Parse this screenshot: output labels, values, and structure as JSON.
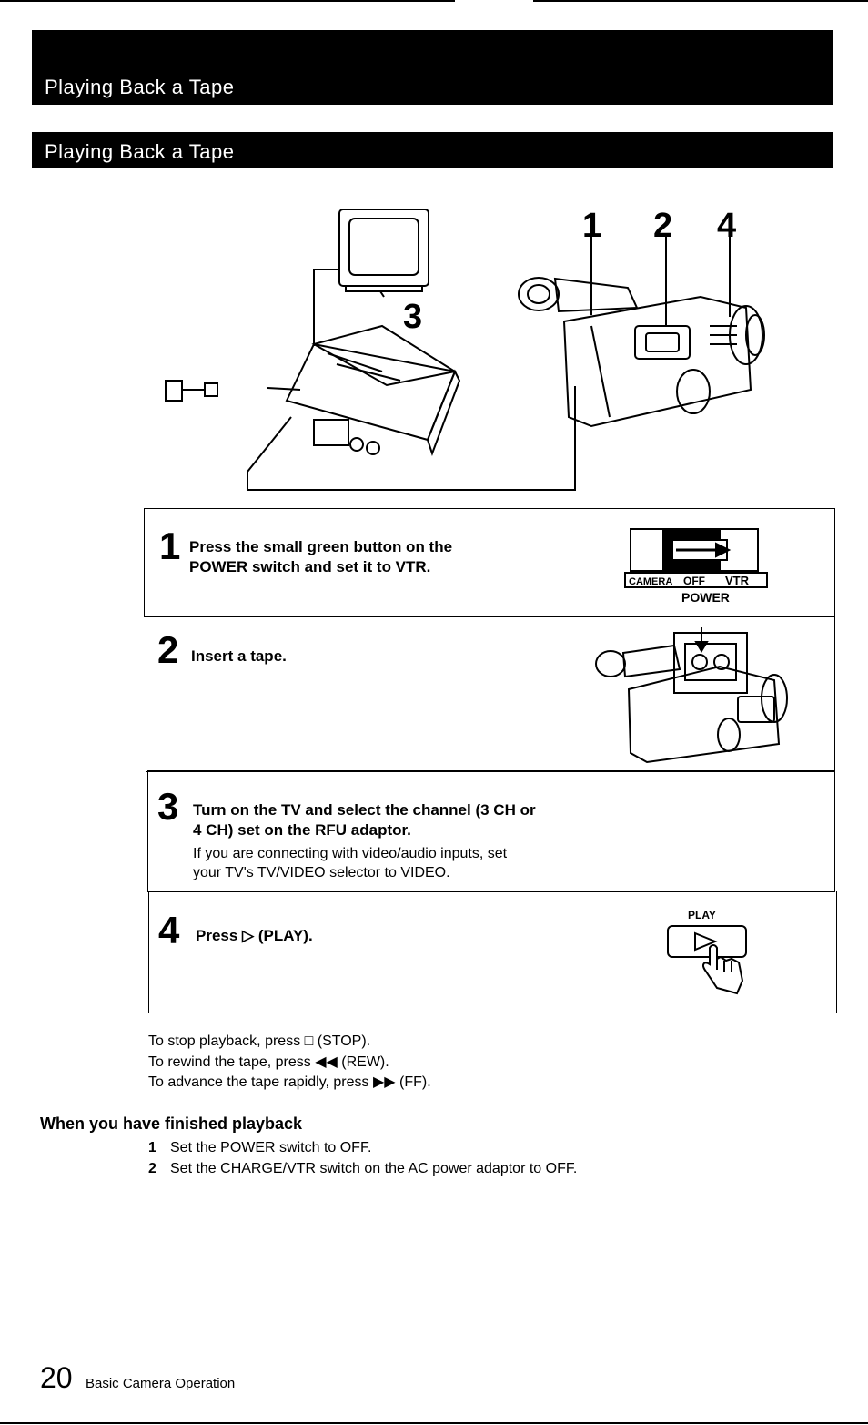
{
  "header": {
    "banner_title": "Playing Back a Tape",
    "section_title": "Playing Back a Tape"
  },
  "illustration": {
    "callouts": [
      "1",
      "2",
      "4"
    ],
    "tv_callout": "3"
  },
  "steps": [
    {
      "number": "1",
      "text_line1": "Press the small green button on the",
      "text_line2": "POWER switch and set it to VTR."
    },
    {
      "number": "2",
      "text_line1": "Insert a tape."
    },
    {
      "number": "3",
      "text_line1": "Turn on the TV and select the channel (3 CH or",
      "text_line2": "4 CH) set on the RFU adaptor.",
      "note_line1": "If you are connecting with video/audio inputs, set",
      "note_line2": "your TV's TV/VIDEO selector to VIDEO."
    },
    {
      "number": "4",
      "text": "Press ▷ (PLAY)."
    }
  ],
  "power_switch": {
    "camera": "CAMERA",
    "off": "OFF",
    "vtr": "VTR",
    "label": "POWER"
  },
  "play_button": {
    "label": "PLAY"
  },
  "tips": [
    "To stop playback, press □ (STOP).",
    "To rewind the tape, press ◀◀ (REW).",
    "To advance the tape rapidly, press ▶▶ (FF)."
  ],
  "finished": {
    "heading": "When you have finished playback",
    "items": [
      {
        "num": "1",
        "text": "Set the POWER switch to OFF."
      },
      {
        "num": "2",
        "text": "Set the CHARGE/VTR switch on the AC power adaptor to OFF."
      }
    ]
  },
  "footer": {
    "page_number": "20",
    "section": "Basic Camera Operation"
  }
}
